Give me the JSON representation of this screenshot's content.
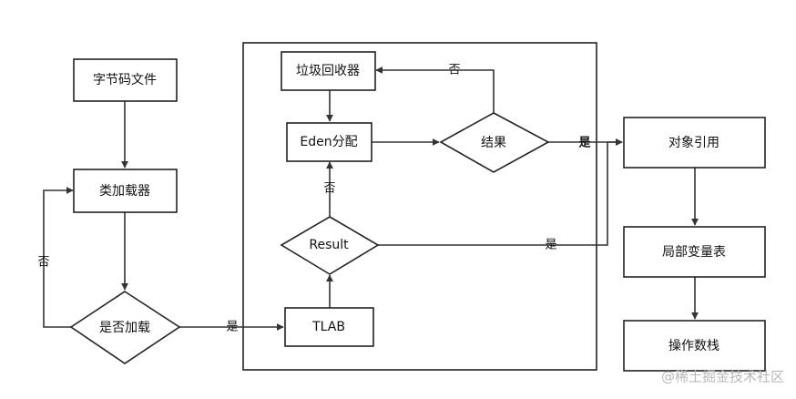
{
  "colors": {
    "stroke": "#333333",
    "text": "#111111",
    "watermark": "#b8b8b8",
    "background": "#ffffff"
  },
  "nodes": {
    "bytecode_file": "字节码文件",
    "class_loader": "类加载器",
    "is_loaded": "是否加载",
    "tlab": "TLAB",
    "result_check": "Result",
    "eden_alloc": "Eden分配",
    "gc": "垃圾回收器",
    "outcome": "结果",
    "object_ref": "对象引用",
    "local_var_table": "局部变量表",
    "operand_stack": "操作数栈"
  },
  "edges": {
    "no_to_loader": "否",
    "yes_to_tlab": "是",
    "no_to_eden": "否",
    "yes_result_to_ref": "是",
    "no_to_gc": "否",
    "yes_outcome_to_ref": "是"
  },
  "watermark": "@稀土掘金技术社区"
}
